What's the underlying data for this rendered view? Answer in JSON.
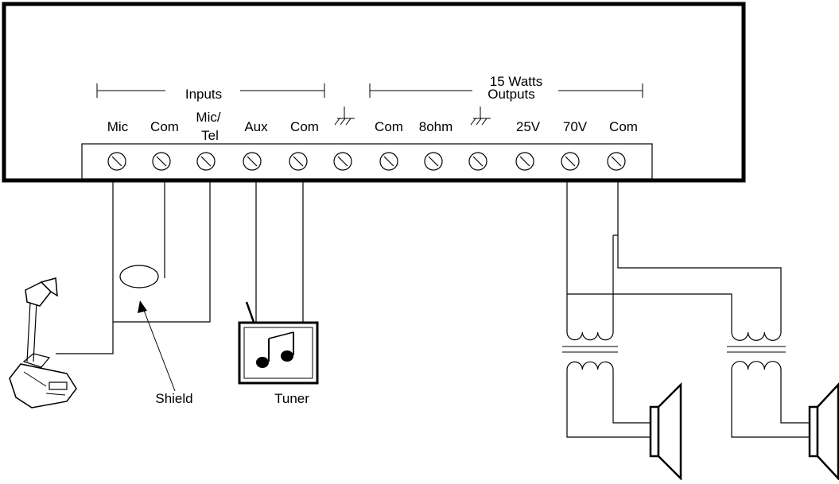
{
  "inputs_label": "Inputs",
  "outputs_label_top": "15 Watts",
  "outputs_label_bottom": "Outputs",
  "terminals": {
    "mic": "Mic",
    "com1": "Com",
    "mictel_top": "Mic/",
    "mictel_bottom": "Tel",
    "aux": "Aux",
    "com2": "Com",
    "com3": "Com",
    "ohm8": "8ohm",
    "v25": "25V",
    "v70": "70V",
    "com4": "Com"
  },
  "shield_label": "Shield",
  "tuner_label": "Tuner",
  "icons": [
    "microphone-icon",
    "tuner-icon",
    "speaker-icon",
    "transformer-icon",
    "ground-icon",
    "screw-terminal-icon"
  ]
}
